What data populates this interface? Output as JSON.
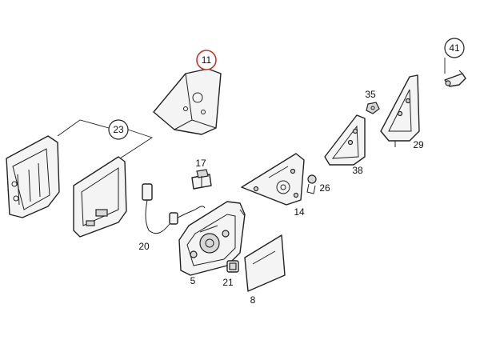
{
  "callouts": {
    "c11": "11",
    "c23": "23",
    "c17": "17",
    "c20": "20",
    "c5": "5",
    "c21": "21",
    "c8": "8",
    "c14": "14",
    "c26": "26",
    "c38": "38",
    "c35": "35",
    "c29": "29",
    "c41": "41"
  },
  "colors": {
    "highlight": "#c0392b",
    "line": "#222222"
  }
}
